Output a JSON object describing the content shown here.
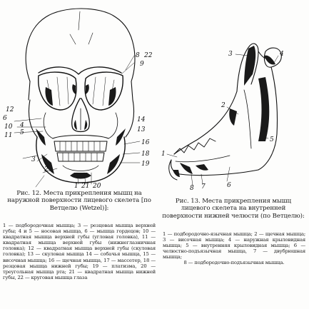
{
  "figure12": {
    "labels": {
      "l8": "8",
      "l22": "22",
      "l9": "9",
      "l6": "6",
      "l10": "10",
      "l11": "11",
      "l12": "12",
      "l4": "4",
      "l5": "5",
      "l3": "3",
      "l2": "2",
      "l1": "1",
      "l13": "13",
      "l14": "14",
      "l16": "16",
      "l18": "18",
      "l19": "19",
      "l20": "20",
      "l21": "21"
    },
    "caption": "Рис. 12. Места прикрепления мышц на наружной поверхности лицевого скелета [по Ветцелю (Wetzel)]:",
    "legend": "1 — подбородочная мышца; 3 — резцовая мышца верхней губы; 4 и 5 — носовая мышца, 6 — мышца гордецов; 10 — квадратная мышца верхней губы (угловая головка), 11 — квадратная мышца верхней губы (нижнеглазничная головка); 12 — квадратная мышца верхней губы (скуловая головка); 13 — скуловая мышца 14 — собачья мышца, 15 — височная мышца; 16 — щечная мышца, 17 — массетер, 18 — резцовая мышца нижней губы; 19 — платизма, 20 — треугольная мышца рта; 21 — квадратная мышца нижней губы, 22 — круговая мышца глаза"
  },
  "figure13": {
    "labels": {
      "l3": "3",
      "l4": "4",
      "l2": "2",
      "l5": "5",
      "l1": "1",
      "l8": "8",
      "l7": "7",
      "l6": "6"
    },
    "caption": "Рис. 13. Места прикрепления мышц лицевого скелета на внутренней поверхности нижней челюсти (по Ветцелю):",
    "legend": "1 — подбородочно-язычная мышца; 2 — щечная мышца; 3 — височная мышца; 4 — наружная крыловидная мышца; 5 — внутренняя крыловидная мышца; 6 — челюстно-подъязычная мышца, 7 — двубрюшная мышца;",
    "legend_last": "8 — подбородочно-подъязычная мышца."
  },
  "colors": {
    "ink": "#111111",
    "paper": "#fdfdfc",
    "fill": "#1a1a1a"
  }
}
